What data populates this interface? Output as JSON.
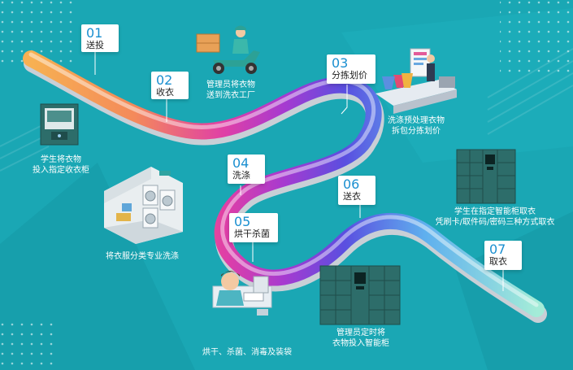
{
  "steps": [
    {
      "num": "01",
      "label": "送投"
    },
    {
      "num": "02",
      "label": "收衣"
    },
    {
      "num": "03",
      "label": "分拣划价"
    },
    {
      "num": "04",
      "label": "洗涤"
    },
    {
      "num": "05",
      "label": "烘干杀菌"
    },
    {
      "num": "06",
      "label": "送衣"
    },
    {
      "num": "07",
      "label": "取衣"
    }
  ],
  "captions": {
    "student_deposit": [
      "学生将衣物",
      "投入指定收衣柜"
    ],
    "admin_send": [
      "管理员将衣物",
      "送到洗衣工厂"
    ],
    "pre_treat": [
      "洗涤预处理衣物",
      "拆包分拣划价"
    ],
    "wash": [
      "将衣服分类专业洗涤"
    ],
    "dry": [
      "烘干、杀菌、消毒及装袋"
    ],
    "admin_cabinet": [
      "管理员定时将",
      "衣物投入智能柜"
    ],
    "student_pickup": [
      "学生在指定智能柜取衣",
      "凭刷卡/取件码/密码三种方式取衣"
    ]
  },
  "colors": {
    "background": "#1aa7b4",
    "card_number": "#1a8fd0",
    "track_start": "#f6a044",
    "track_magenta": "#d93aa3",
    "track_violet": "#6a3fd8",
    "track_blue": "#3b6fe0",
    "track_end": "#9ae6d6",
    "cabinet": "#2d6d6a"
  }
}
